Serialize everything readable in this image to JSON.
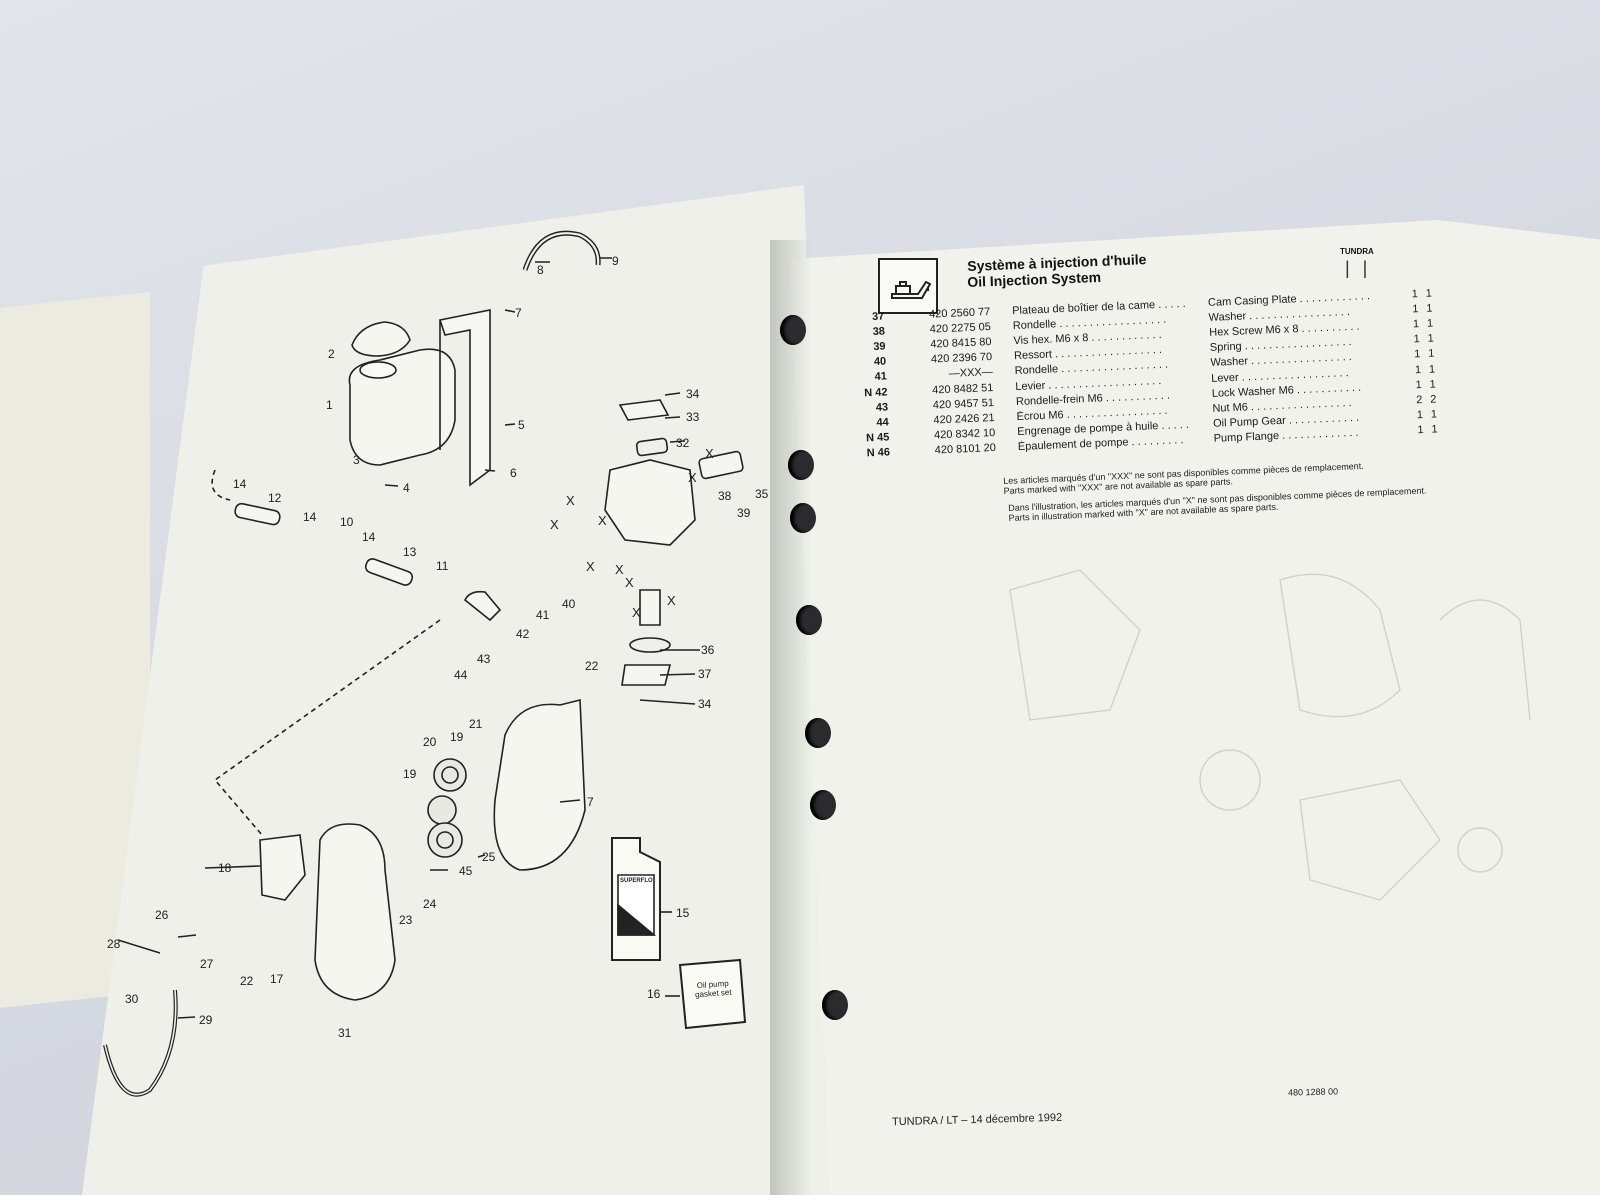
{
  "header": {
    "title_fr": "Système à injection d'huile",
    "title_en": "Oil Injection System",
    "model_tag": "TUNDRA",
    "icon": "oil-can-icon"
  },
  "parts": [
    {
      "item": "37",
      "part_no": "420 2560 77",
      "desc_fr": "Plateau de boîtier de la came . . . . .",
      "desc_en": "Cam Casing Plate . . . . . . . . . . . .",
      "qty1": "1",
      "qty2": "1"
    },
    {
      "item": "38",
      "part_no": "420 2275 05",
      "desc_fr": "Rondelle . . . . . . . . . . . . . . . . . .",
      "desc_en": "Washer . . . . . . . . . . . . . . . . .",
      "qty1": "1",
      "qty2": "1"
    },
    {
      "item": "39",
      "part_no": "420 8415 80",
      "desc_fr": "Vis hex. M6 x 8 . . . . . . . . . . . .",
      "desc_en": "Hex Screw M6 x 8 . . . . . . . . . .",
      "qty1": "1",
      "qty2": "1"
    },
    {
      "item": "40",
      "part_no": "420 2396 70",
      "desc_fr": "Ressort . . . . . . . . . . . . . . . . . .",
      "desc_en": "Spring . . . . . . . . . . . . . . . . . .",
      "qty1": "1",
      "qty2": "1"
    },
    {
      "item": "41",
      "part_no": "—XXX—",
      "desc_fr": "Rondelle . . . . . . . . . . . . . . . . . .",
      "desc_en": "Washer . . . . . . . . . . . . . . . . .",
      "qty1": "1",
      "qty2": "1"
    },
    {
      "item": "N 42",
      "part_no": "420 8482 51",
      "desc_fr": "Levier . . . . . . . . . . . . . . . . . . .",
      "desc_en": "Lever . . . . . . . . . . . . . . . . . .",
      "qty1": "1",
      "qty2": "1"
    },
    {
      "item": "43",
      "part_no": "420 9457 51",
      "desc_fr": "Rondelle-frein M6 . . . . . . . . . . .",
      "desc_en": "Lock Washer M6 . . . . . . . . . . .",
      "qty1": "1",
      "qty2": "1"
    },
    {
      "item": "44",
      "part_no": "420 2426 21",
      "desc_fr": "Écrou M6 . . . . . . . . . . . . . . . . .",
      "desc_en": "Nut M6 . . . . . . . . . . . . . . . . .",
      "qty1": "2",
      "qty2": "2"
    },
    {
      "item": "N 45",
      "part_no": "420 8342 10",
      "desc_fr": "Engrenage de pompe à huile . . . . .",
      "desc_en": "Oil Pump Gear . . . . . . . . . . . .",
      "qty1": "1",
      "qty2": "1"
    },
    {
      "item": "N 46",
      "part_no": "420 8101 20",
      "desc_fr": "Épaulement de pompe . . . . . . . . .",
      "desc_en": "Pump Flange . . . . . . . . . . . . .",
      "qty1": "1",
      "qty2": "1"
    }
  ],
  "notes": {
    "xxx_fr": "Les articles marqués d'un \"XXX\" ne sont pas disponibles comme pièces de remplacement.",
    "xxx_en": "Parts marked with \"XXX\" are not available as spare parts.",
    "x_fr": "Dans l'illustration, les articles marqués d'un \"X\" ne sont pas disponibles comme pièces de remplacement.",
    "x_en": "Parts in illustration marked with \"X\" are not available as spare parts."
  },
  "footer": {
    "model_date": "TUNDRA / LT  –  14 décembre 1992",
    "doc_number": "480 1288 00"
  },
  "diagram": {
    "callouts": [
      "1",
      "2",
      "3",
      "4",
      "5",
      "6",
      "7",
      "8",
      "9",
      "10",
      "11",
      "12",
      "13",
      "14",
      "15",
      "16",
      "17",
      "18",
      "19",
      "20",
      "21",
      "22",
      "23",
      "24",
      "25",
      "26",
      "27",
      "28",
      "29",
      "30",
      "31",
      "32",
      "33",
      "34",
      "35",
      "36",
      "37",
      "38",
      "39",
      "40",
      "41",
      "42",
      "43",
      "44",
      "45"
    ],
    "x_marker": "X",
    "oil_label": "SUPERFLO",
    "gasket_label": "Oil pump gasket set"
  }
}
